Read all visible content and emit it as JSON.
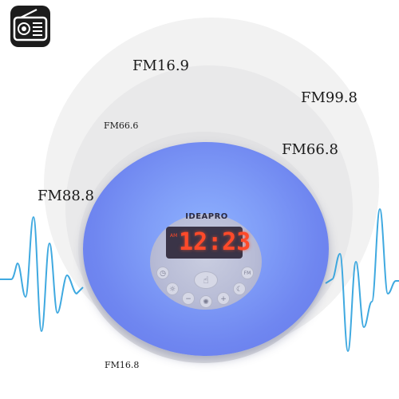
{
  "product": {
    "brand": "IDEAPRO",
    "clock_time": "12:23",
    "clock_indicator": "AM",
    "button_fm_label": "FM"
  },
  "frequencies": [
    {
      "label": "FM16.9",
      "size": "large"
    },
    {
      "label": "FM99.8",
      "size": "large"
    },
    {
      "label": "FM66.6",
      "size": "small"
    },
    {
      "label": "FM66.8",
      "size": "large"
    },
    {
      "label": "FM88.8",
      "size": "large"
    },
    {
      "label": "FM16.8",
      "size": "small"
    }
  ],
  "icons": {
    "top_left": "radio-icon"
  },
  "colors": {
    "lamp": "#7f9cf7",
    "wave": "#3fa9e0",
    "display_digits": "#ff4a2a"
  }
}
